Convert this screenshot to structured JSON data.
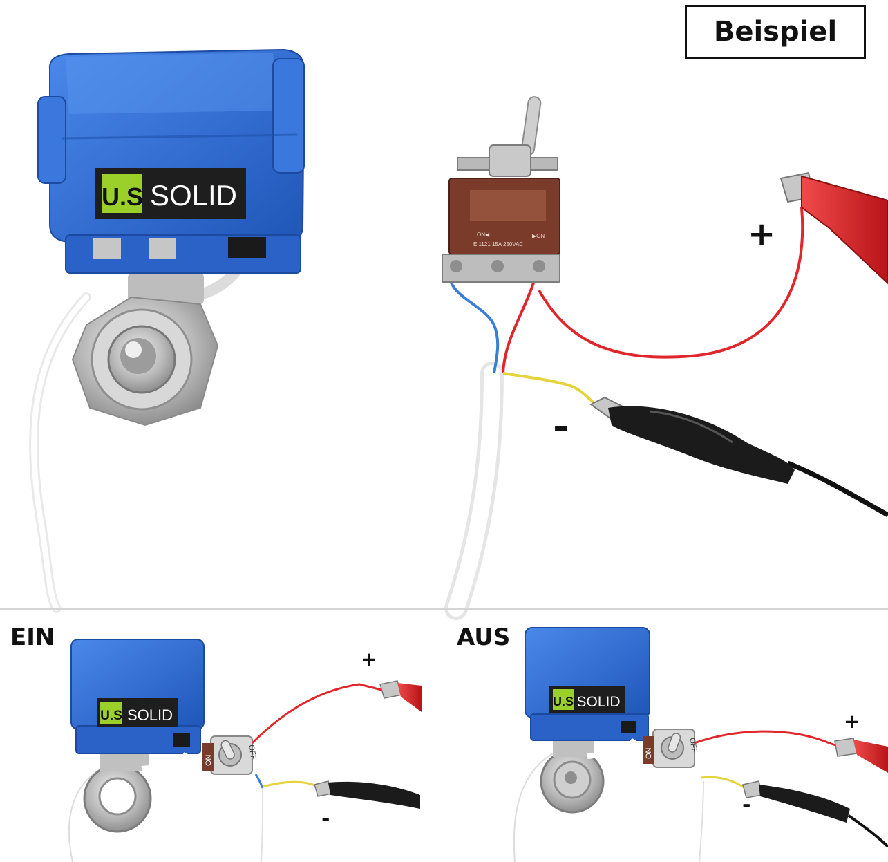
{
  "badge": {
    "text": "Beispiel"
  },
  "main": {
    "brand_us": "U.S",
    "brand_solid": "SOLID",
    "plus_label": "+",
    "minus_label": "-",
    "switch_label_left": "ON◀",
    "switch_label_right": "▶ON",
    "switch_rating": "E  1121 15A 250VAC"
  },
  "panels": {
    "left": {
      "title": "EIN",
      "plus": "+",
      "minus": "-",
      "brand_us": "U.S",
      "brand_solid": "SOLID",
      "switch_on": "ON",
      "switch_off": "OFF"
    },
    "right": {
      "title": "AUS",
      "plus": "+",
      "minus": "-",
      "brand_us": "U.S",
      "brand_solid": "SOLID",
      "switch_on": "ON",
      "switch_off": "OFF"
    }
  },
  "colors": {
    "valve_blue": "#2f6fd6",
    "wire_red": "#e0262a",
    "wire_blue": "#3a7fd5",
    "wire_yellow": "#e6d23a",
    "brand_green": "#9bcf2a",
    "switch_brown": "#7a3b2a"
  }
}
